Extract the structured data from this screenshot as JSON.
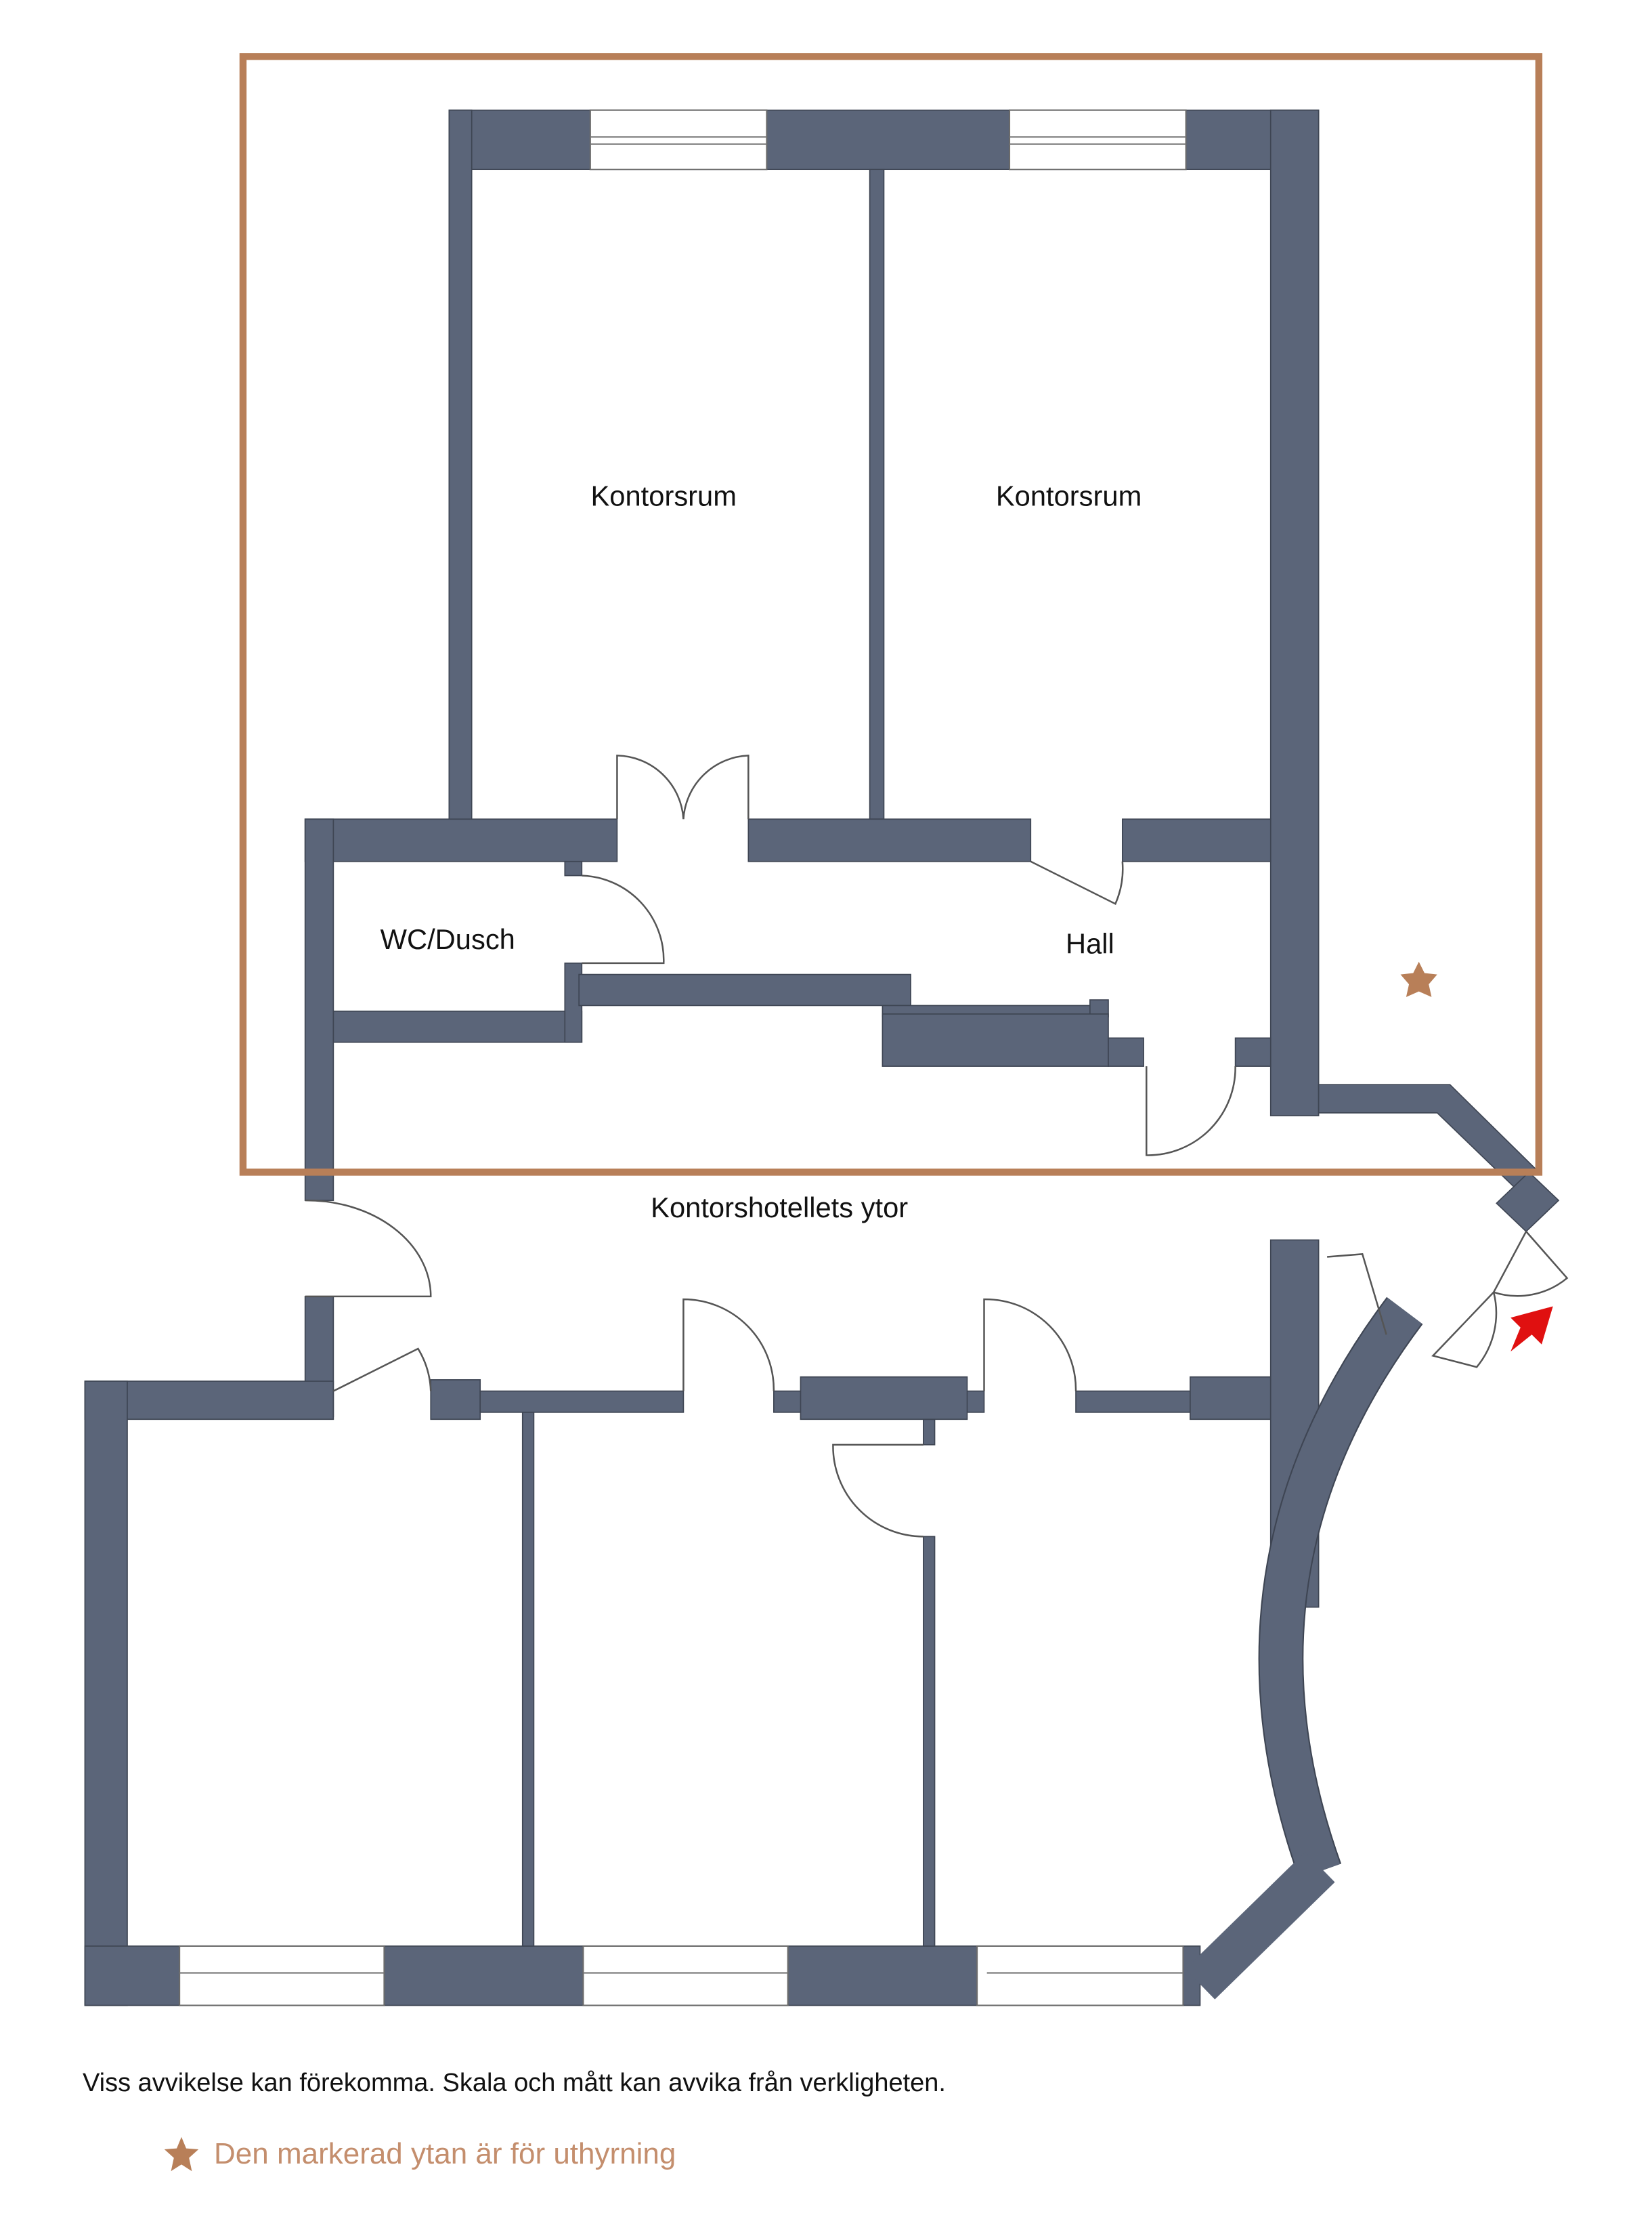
{
  "rooms": {
    "office_left": "Kontorsrum",
    "office_right": "Kontorsrum",
    "wc": "WC/Dusch",
    "hall": "Hall",
    "common_area": "Kontorshotellets ytor"
  },
  "notes": {
    "disclaimer": "Viss avvikelse kan förekomma. Skala och mått kan avvika från verkligheten.",
    "legend": "Den markerad ytan är för uthyrning"
  },
  "colors": {
    "wall": "#5b6579",
    "highlight": "#b87f58",
    "entrance_arrow": "#e01010"
  },
  "icons": {
    "rental_marker": "star-icon",
    "entrance": "arrow-icon"
  }
}
